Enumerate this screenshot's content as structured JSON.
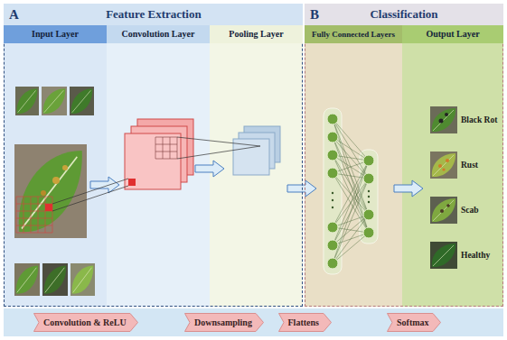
{
  "diagram": {
    "nodes": [
      {
        "text": [
          "A",
          "Feature Extraction"
        ]
      },
      {
        "text": [
          "Input Layer"
        ],
        "in": 0
      },
      {
        "text": [
          "Convolution Layer"
        ],
        "in": 0
      },
      {
        "text": [
          "Pooling Layer"
        ],
        "in": 0
      },
      {
        "text": [
          "B",
          "Classification"
        ]
      },
      {
        "text": [
          "Fully Connected Layers"
        ],
        "in": 4
      },
      {
        "text": [
          "Output Layer"
        ],
        "in": 4
      },
      {
        "text": [
          "Convolution & ReLU"
        ]
      },
      {
        "text": [
          "Downsampling"
        ]
      },
      {
        "text": [
          "Flattens"
        ]
      },
      {
        "text": [
          "Softmax"
        ]
      }
    ],
    "labels": [
      "Black Rot",
      "Rust",
      "Scab",
      "Healthy"
    ]
  }
}
